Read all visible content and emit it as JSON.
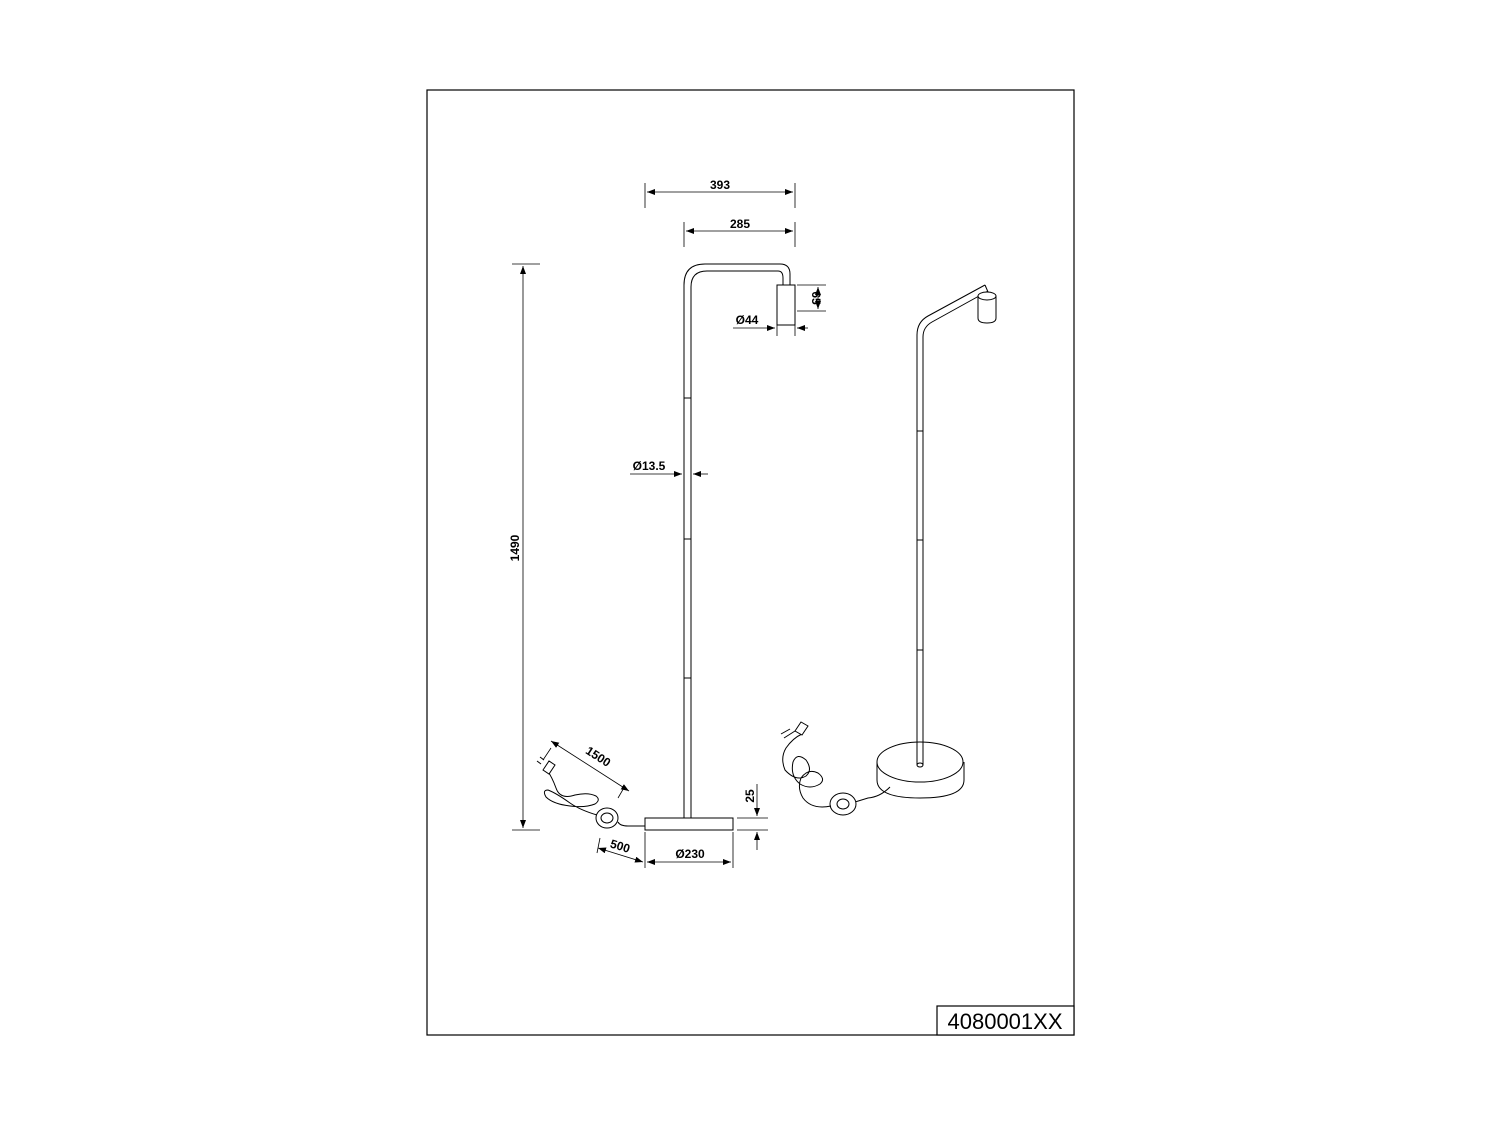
{
  "part_number": "4080001XX",
  "dimensions": {
    "arm_total_width": "393",
    "arm_inner_width": "285",
    "socket_height": "65",
    "socket_diameter": "Ø44",
    "pole_diameter": "Ø13.5",
    "total_height": "1490",
    "cable_length": "1500",
    "switch_distance": "500",
    "base_diameter": "Ø230",
    "base_height": "25"
  }
}
